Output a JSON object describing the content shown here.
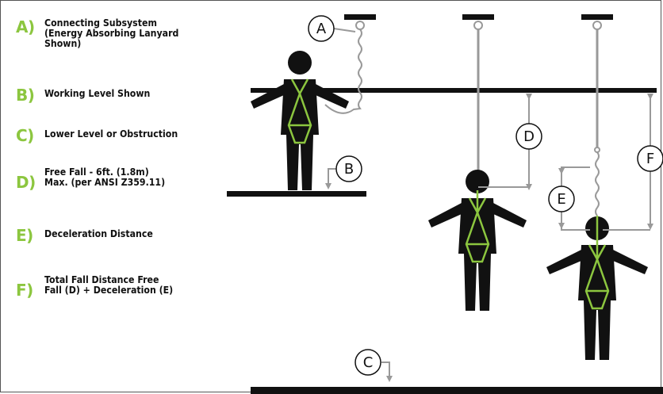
{
  "legend": [
    {
      "letter": "A)",
      "text": "Connecting Subsystem\n(Energy Absorbing Lanyard\nShown)"
    },
    {
      "letter": "B)",
      "text": "Working Level Shown"
    },
    {
      "letter": "C)",
      "text": "Lower Level or Obstruction"
    },
    {
      "letter": "D)",
      "text": "Free Fall - 6ft. (1.8m)\nMax. (per ANSI Z359.11)"
    },
    {
      "letter": "E)",
      "text": "Deceleration Distance"
    },
    {
      "letter": "F)",
      "text": "Total Fall Distance Free\nFall (D) + Deceleration (E)"
    }
  ],
  "diagram_labels": {
    "a": "A",
    "b": "B",
    "c": "C",
    "d": "D",
    "e": "E",
    "f": "F"
  },
  "colors": {
    "accent": "#8cc63f",
    "figure": "#111111",
    "line": "#999999"
  }
}
